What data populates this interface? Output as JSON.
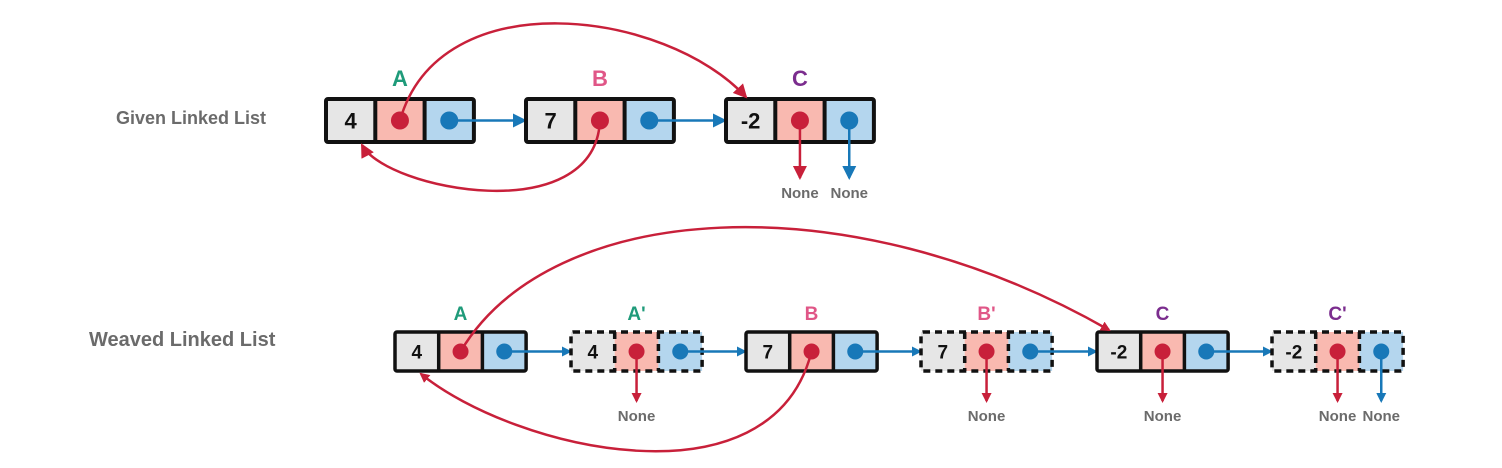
{
  "colors": {
    "value_cell": "#e6e6e6",
    "random_cell": "#f9b9b0",
    "next_cell": "#b4d6ee",
    "random_pointer": "#c8203a",
    "next_pointer": "#1878b8",
    "border": "#111111",
    "title_text": "#6b6b6b",
    "label_A": "#1f9b7a",
    "label_B": "#e05687",
    "label_C": "#7b2d8e"
  },
  "null_label": "None",
  "given": {
    "title": "Given Linked List",
    "nodes": [
      {
        "label": "A",
        "value": "4",
        "color_key": "label_A",
        "dashed": false,
        "random_none": false,
        "next_none": false
      },
      {
        "label": "B",
        "value": "7",
        "color_key": "label_B",
        "dashed": false,
        "random_none": false,
        "next_none": false
      },
      {
        "label": "C",
        "value": "-2",
        "color_key": "label_C",
        "dashed": false,
        "random_none": true,
        "next_none": true
      }
    ],
    "random_links": [
      {
        "from": "A",
        "to": "C"
      },
      {
        "from": "B",
        "to": "A"
      }
    ]
  },
  "weaved": {
    "title": "Weaved Linked List",
    "nodes": [
      {
        "label": "A",
        "value": "4",
        "color_key": "label_A",
        "dashed": false,
        "random_none": false,
        "next_none": false
      },
      {
        "label": "A'",
        "value": "4",
        "color_key": "label_A",
        "dashed": true,
        "random_none": true,
        "next_none": false
      },
      {
        "label": "B",
        "value": "7",
        "color_key": "label_B",
        "dashed": false,
        "random_none": false,
        "next_none": false
      },
      {
        "label": "B'",
        "value": "7",
        "color_key": "label_B",
        "dashed": true,
        "random_none": true,
        "next_none": false
      },
      {
        "label": "C",
        "value": "-2",
        "color_key": "label_C",
        "dashed": false,
        "random_none": true,
        "next_none": false
      },
      {
        "label": "C'",
        "value": "-2",
        "color_key": "label_C",
        "dashed": true,
        "random_none": true,
        "next_none": true
      }
    ],
    "random_links": [
      {
        "from": "A",
        "to": "C"
      },
      {
        "from": "B",
        "to": "A"
      }
    ]
  }
}
